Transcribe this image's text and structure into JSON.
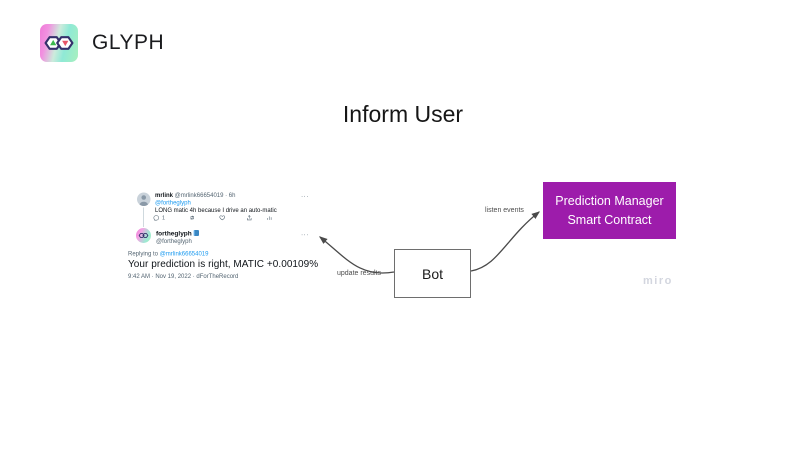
{
  "brand": {
    "name": "GLYPH"
  },
  "title": "Inform User",
  "tweet_thread": {
    "tweet1": {
      "name": "mrlink",
      "meta": "@mrlink66654019 · 6h",
      "mention": "@fortheglyph",
      "text": "LONG matic 4h because I drive an auto-matic",
      "reply_count": "1",
      "more": "···"
    },
    "tweet2": {
      "name": "fortheglyph",
      "handle": "@fortheglyph",
      "replying_to_prefix": "Replying to",
      "replying_to_handle": "@mrlink66654019",
      "text": "Your prediction is right, MATIC +0.00109%",
      "timestamp": "9:42 AM · Nov 19, 2022 · dForTheRecord",
      "more": "···"
    }
  },
  "diagram": {
    "bot_label": "Bot",
    "contract_label": "Prediction Manager Smart Contract",
    "edges": {
      "listen": "listen events",
      "update": "update results"
    }
  },
  "watermark": "miro",
  "icons": {
    "logo": "glyph-glasses-icon",
    "tweet_actions": [
      "reply-icon",
      "retweet-icon",
      "like-icon",
      "share-icon",
      "analytics-icon"
    ],
    "more_buttons": "ellipsis-icon",
    "avatar1": "default-avatar-icon",
    "avatar2": "glyph-avatar-icon"
  },
  "colors": {
    "contract_bg": "#9d1cab",
    "contract_text": "#ffffff",
    "arrow": "#4a4a4a",
    "link_blue": "#1d9bf0",
    "tweet_gray": "#536471",
    "watermark": "#d3d6df"
  }
}
